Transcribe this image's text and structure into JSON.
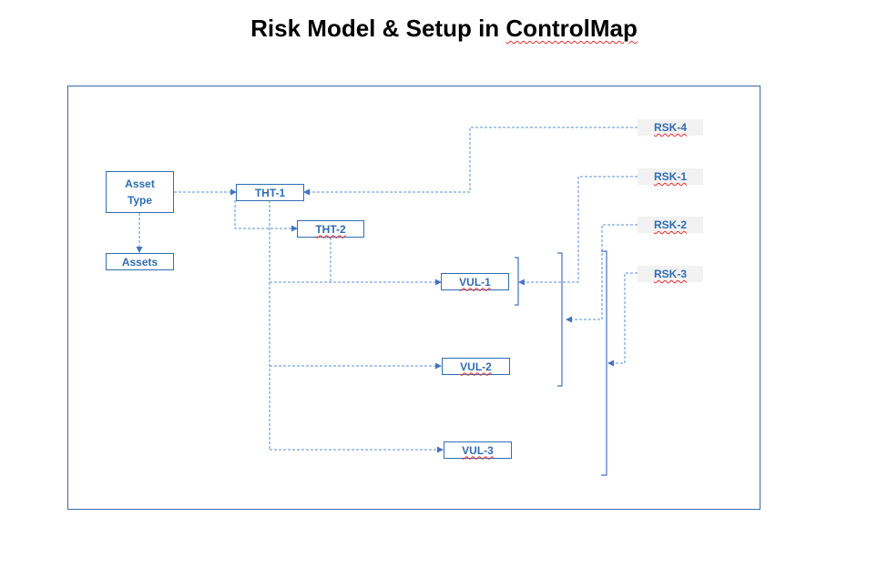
{
  "title": {
    "prefix": "Risk Model & Setup in ",
    "brand": "ControlMap"
  },
  "nodes": {
    "asset_type": "Asset Type",
    "assets": "Assets",
    "tht1": "THT-1",
    "tht2": "THT-2",
    "vul1": "VUL-1",
    "vul2": "VUL-2",
    "vul3": "VUL-3",
    "rsk1": "RSK-1",
    "rsk2": "RSK-2",
    "rsk3": "RSK-3",
    "rsk4": "RSK-4"
  },
  "colors": {
    "accent": "#2f6db3",
    "frame": "#3a68a8",
    "spell_mark": "#e03030",
    "risk_fill": "#f2f2f2"
  }
}
